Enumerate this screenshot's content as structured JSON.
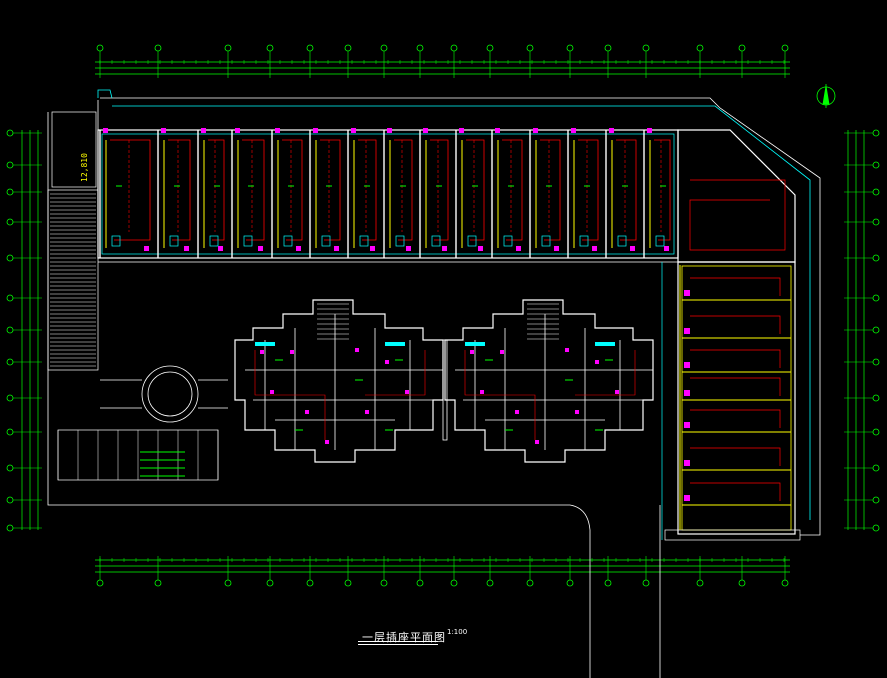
{
  "drawing": {
    "title": "一层插座平面图",
    "scale": "1:100",
    "dimension_label": "12,810"
  },
  "colors": {
    "background": "#000000",
    "axis": "#00ff00",
    "wall": "#ffffff",
    "outline": "#00ffff",
    "circuit_red": "#ff0000",
    "circuit_yellow": "#ffff00",
    "device_magenta": "#ff00ff"
  },
  "legend_items": [
    "",
    "",
    "",
    ""
  ]
}
